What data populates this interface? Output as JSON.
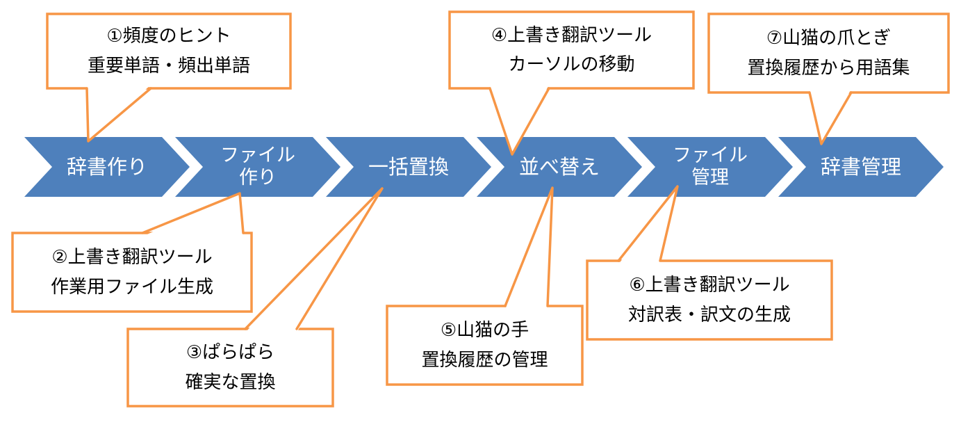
{
  "diagram_title": "translation-workflow-chevron-diagram",
  "colors": {
    "chevron_fill": "#4E80BC",
    "chevron_text": "#FFFFFF",
    "callout_border": "#F79646",
    "callout_fill": "#FFFFFF",
    "callout_text": "#000000"
  },
  "chevrons": [
    {
      "label": "辞書作り"
    },
    {
      "label": "ファイル\n作り"
    },
    {
      "label": "一括置換"
    },
    {
      "label": "並べ替え"
    },
    {
      "label": "ファイル\n管理"
    },
    {
      "label": "辞書管理"
    }
  ],
  "callouts": [
    {
      "text": "①頻度のヒント\n重要単語・頻出単語"
    },
    {
      "text": "②上書き翻訳ツール\n作業用ファイル生成"
    },
    {
      "text": "③ぱらぱら\n確実な置換"
    },
    {
      "text": "④上書き翻訳ツール\nカーソルの移動"
    },
    {
      "text": "⑤山猫の手\n置換履歴の管理"
    },
    {
      "text": "⑥上書き翻訳ツール\n対訳表・訳文の生成"
    },
    {
      "text": "⑦山猫の爪とぎ\n置換履歴から用語集"
    }
  ]
}
